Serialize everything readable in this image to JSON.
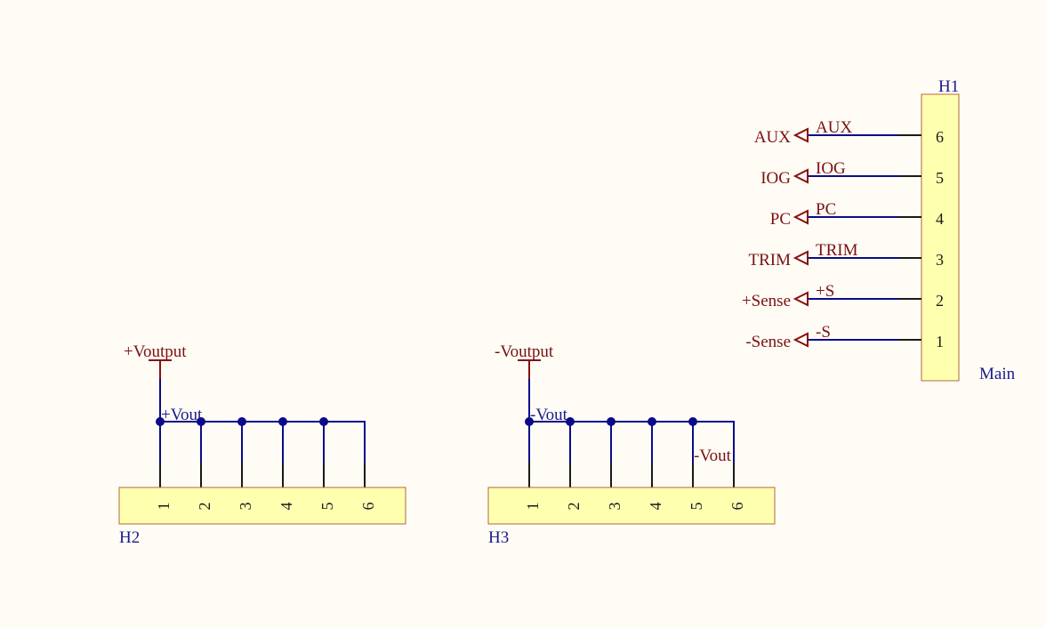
{
  "colors": {
    "background": "#fffcf6",
    "wire": "#0b0b8a",
    "net_label": "#7a1010",
    "designator": "#1a1a8c",
    "component_body": "#ffffb0",
    "component_border": "#b0683a"
  },
  "h1": {
    "designator": "H1",
    "comment": "Main",
    "pins": [
      {
        "number": "6",
        "net": "AUX",
        "port": "AUX"
      },
      {
        "number": "5",
        "net": "IOG",
        "port": "IOG"
      },
      {
        "number": "4",
        "net": "PC",
        "port": "PC"
      },
      {
        "number": "3",
        "net": "TRIM",
        "port": "TRIM"
      },
      {
        "number": "2",
        "net": "+S",
        "port": "+Sense"
      },
      {
        "number": "1",
        "net": "-S",
        "port": "-Sense"
      }
    ]
  },
  "h2": {
    "designator": "H2",
    "power_label": "+Voutput",
    "net_label": "+Vout",
    "pins": [
      "1",
      "2",
      "3",
      "4",
      "5",
      "6"
    ]
  },
  "h3": {
    "designator": "H3",
    "power_label": "-Voutput",
    "net_label": "-Vout",
    "net_label_2": "-Vout",
    "pins": [
      "1",
      "2",
      "3",
      "4",
      "5",
      "6"
    ]
  }
}
